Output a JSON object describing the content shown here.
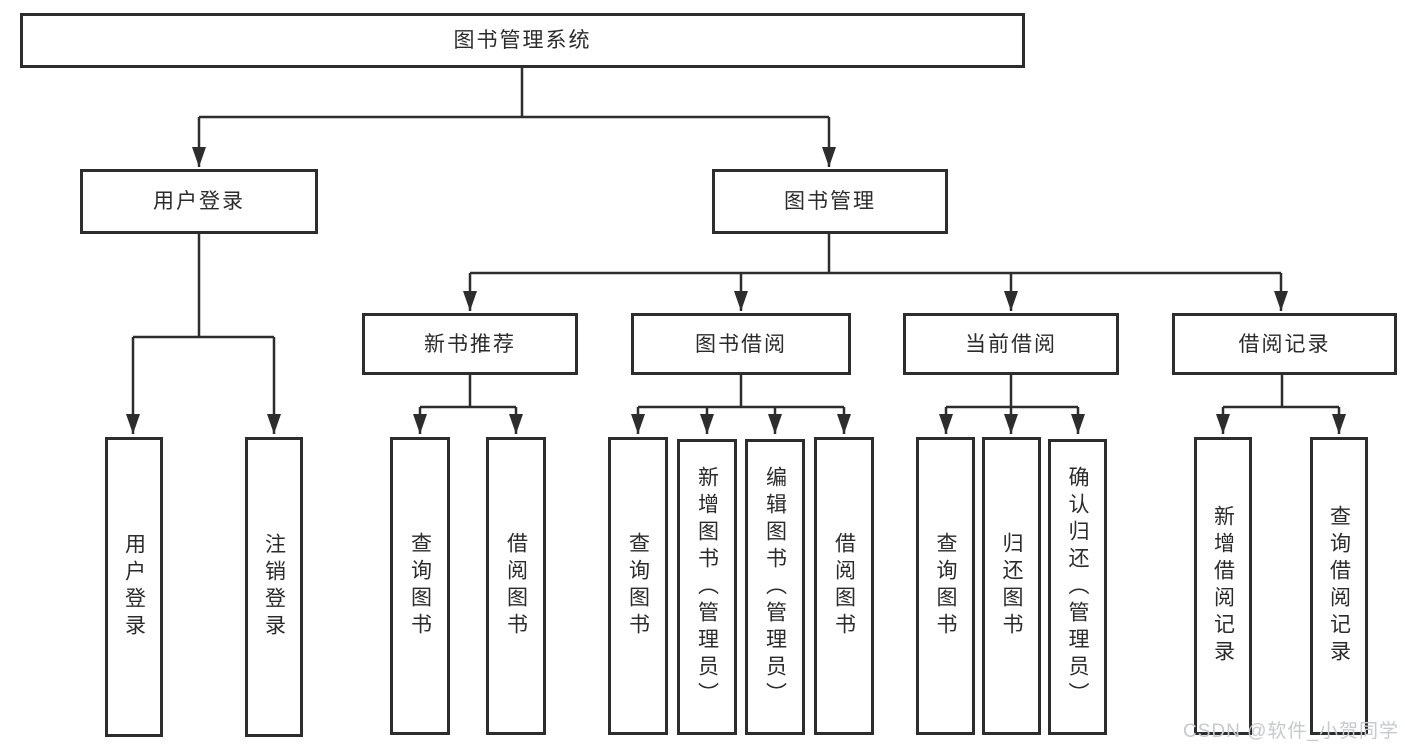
{
  "diagram": {
    "root": {
      "label": "图书管理系统"
    },
    "branches": [
      {
        "label": "用户登录",
        "children": [
          {
            "label": "用户登录"
          },
          {
            "label": "注销登录"
          }
        ]
      },
      {
        "label": "图书管理",
        "children": [
          {
            "label": "新书推荐",
            "children": [
              {
                "label": "查询图书"
              },
              {
                "label": "借阅图书"
              }
            ]
          },
          {
            "label": "图书借阅",
            "children": [
              {
                "label": "查询图书"
              },
              {
                "label": "新增图书（管理员）"
              },
              {
                "label": "编辑图书（管理员）"
              },
              {
                "label": "借阅图书"
              }
            ]
          },
          {
            "label": "当前借阅",
            "children": [
              {
                "label": "查询图书"
              },
              {
                "label": "归还图书"
              },
              {
                "label": "确认归还（管理员）"
              }
            ]
          },
          {
            "label": "借阅记录",
            "children": [
              {
                "label": "新增借阅记录"
              },
              {
                "label": "查询借阅记录"
              }
            ]
          }
        ]
      }
    ],
    "line_color": "#2d2d2d",
    "box_background": "#ffffff",
    "text_color": "#2b2b2b"
  },
  "watermark": {
    "text": "CSDN @软件_小贺同学",
    "color": "#c7c9cf"
  }
}
